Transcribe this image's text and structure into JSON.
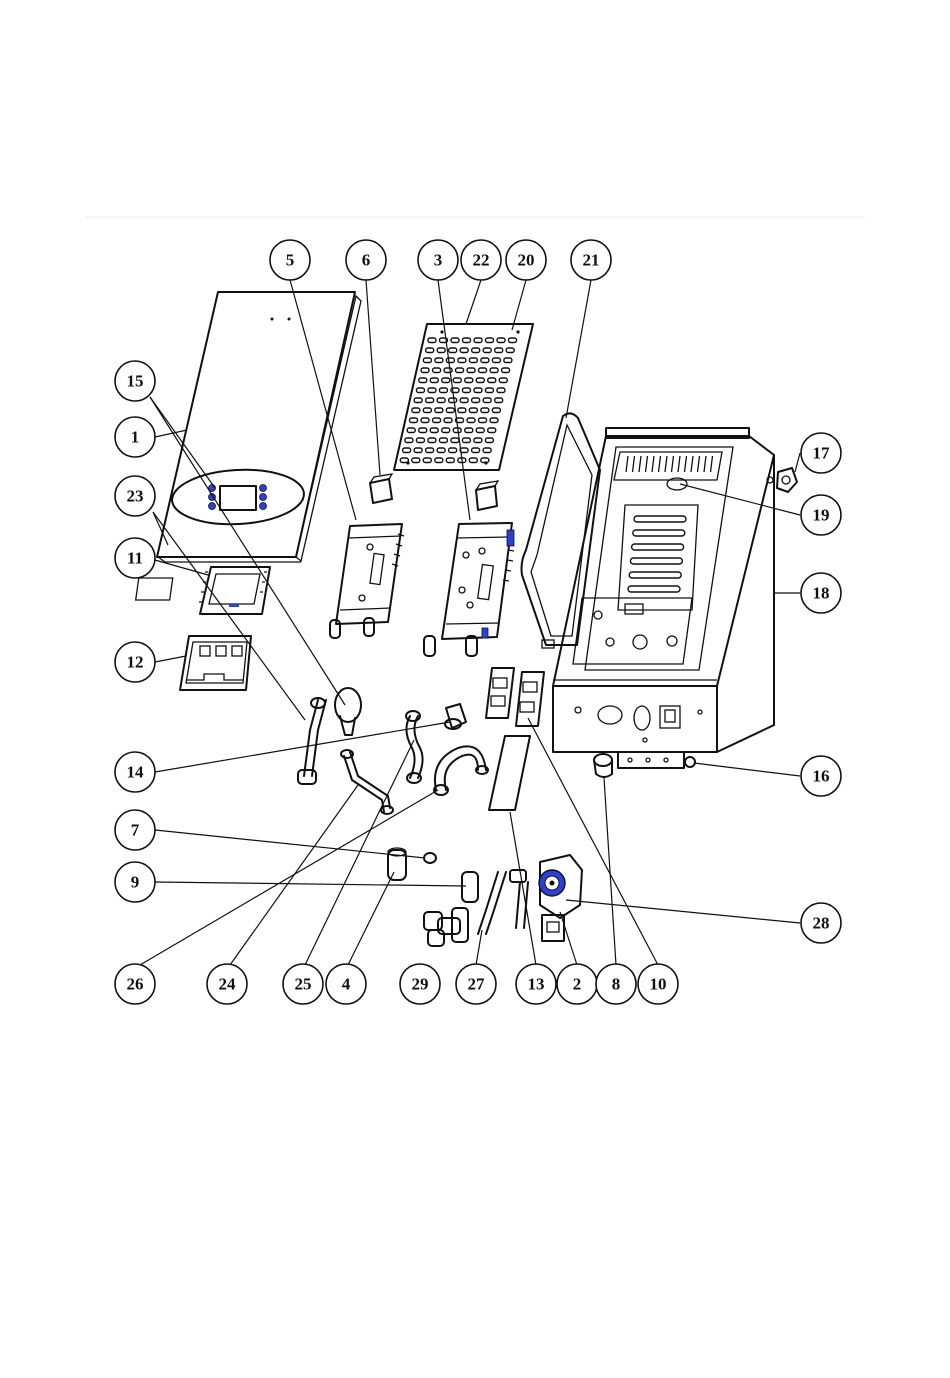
{
  "colors": {
    "line": "#111111",
    "accent": "#2c3fd6",
    "background": "#ffffff"
  },
  "callouts": [
    {
      "id": "c5",
      "label": "5"
    },
    {
      "id": "c6",
      "label": "6"
    },
    {
      "id": "c3",
      "label": "3"
    },
    {
      "id": "c22",
      "label": "22"
    },
    {
      "id": "c20",
      "label": "20"
    },
    {
      "id": "c21",
      "label": "21"
    },
    {
      "id": "c15",
      "label": "15"
    },
    {
      "id": "c1",
      "label": "1"
    },
    {
      "id": "c23",
      "label": "23"
    },
    {
      "id": "c11",
      "label": "11"
    },
    {
      "id": "c12",
      "label": "12"
    },
    {
      "id": "c14",
      "label": "14"
    },
    {
      "id": "c7",
      "label": "7"
    },
    {
      "id": "c9",
      "label": "9"
    },
    {
      "id": "c17",
      "label": "17"
    },
    {
      "id": "c19",
      "label": "19"
    },
    {
      "id": "c18",
      "label": "18"
    },
    {
      "id": "c16",
      "label": "16"
    },
    {
      "id": "c28",
      "label": "28"
    },
    {
      "id": "c26",
      "label": "26"
    },
    {
      "id": "c24",
      "label": "24"
    },
    {
      "id": "c25",
      "label": "25"
    },
    {
      "id": "c4",
      "label": "4"
    },
    {
      "id": "c29",
      "label": "29"
    },
    {
      "id": "c27",
      "label": "27"
    },
    {
      "id": "c13",
      "label": "13"
    },
    {
      "id": "c2",
      "label": "2"
    },
    {
      "id": "c8",
      "label": "8"
    },
    {
      "id": "c10",
      "label": "10"
    }
  ]
}
